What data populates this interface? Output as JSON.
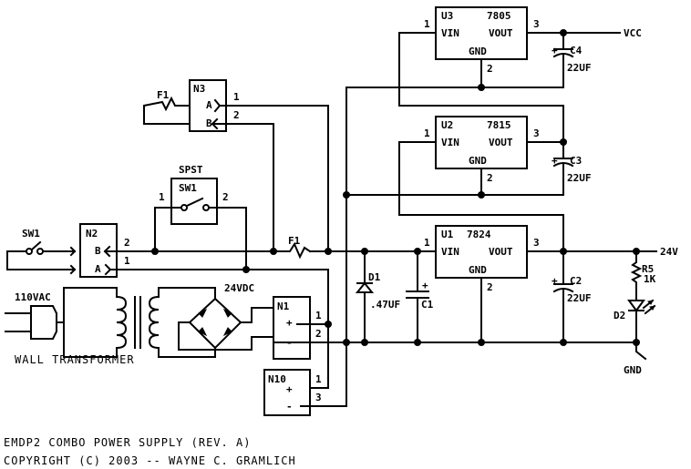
{
  "regulators": {
    "u3": {
      "ref": "U3",
      "part": "7805",
      "vin": "VIN",
      "vout": "VOUT",
      "gnd": "GND",
      "pin_in": "1",
      "pin_out": "3",
      "pin_gnd": "2"
    },
    "u2": {
      "ref": "U2",
      "part": "7815",
      "vin": "VIN",
      "vout": "VOUT",
      "gnd": "GND",
      "pin_in": "1",
      "pin_out": "3",
      "pin_gnd": "2"
    },
    "u1": {
      "ref": "U1",
      "part": "7824",
      "vin": "VIN",
      "vout": "VOUT",
      "gnd": "GND",
      "pin_in": "1",
      "pin_out": "3",
      "pin_gnd": "2"
    }
  },
  "capacitors": {
    "c4": {
      "ref": "C4",
      "value": "22UF",
      "plus": "+"
    },
    "c3": {
      "ref": "C3",
      "value": "22UF",
      "plus": "+"
    },
    "c2": {
      "ref": "C2",
      "value": "22UF",
      "plus": "+"
    },
    "c1": {
      "ref": "C1",
      "value": ".47UF",
      "plus": "+"
    }
  },
  "rails": {
    "vcc": "VCC",
    "v24": "24V",
    "gnd": "GND"
  },
  "connectors": {
    "n3": {
      "ref": "N3",
      "pin_a": "A",
      "pin_b": "B",
      "num_a": "1",
      "num_b": "2"
    },
    "n2": {
      "ref": "N2",
      "pin_b": "B",
      "pin_a": "A",
      "num_b": "2",
      "num_a": "1"
    },
    "n1": {
      "ref": "N1",
      "plus": "+",
      "minus": "-",
      "num_plus": "1",
      "num_minus": "2"
    },
    "n10": {
      "ref": "N10",
      "plus": "+",
      "minus": "-",
      "num_plus": "1",
      "num_minus": "3"
    }
  },
  "switches": {
    "sw1_left": {
      "ref": "SW1"
    },
    "spst": {
      "title": "SPST",
      "ref": "SW1",
      "pin1": "1",
      "pin2": "2"
    }
  },
  "fuses": {
    "f1_top": "F1",
    "f1_line": "F1"
  },
  "power": {
    "mains": "110VAC",
    "transformer": "WALL TRANSFORMER",
    "bridge": "24VDC"
  },
  "diode": {
    "ref": "D1"
  },
  "led": {
    "resistor_ref": "R5",
    "resistor_value": "1K",
    "ref": "D2"
  },
  "footer": {
    "line1": "EMDP2 COMBO POWER SUPPLY (REV. A)",
    "line2": "COPYRIGHT (C) 2003 -- WAYNE C. GRAMLICH"
  }
}
